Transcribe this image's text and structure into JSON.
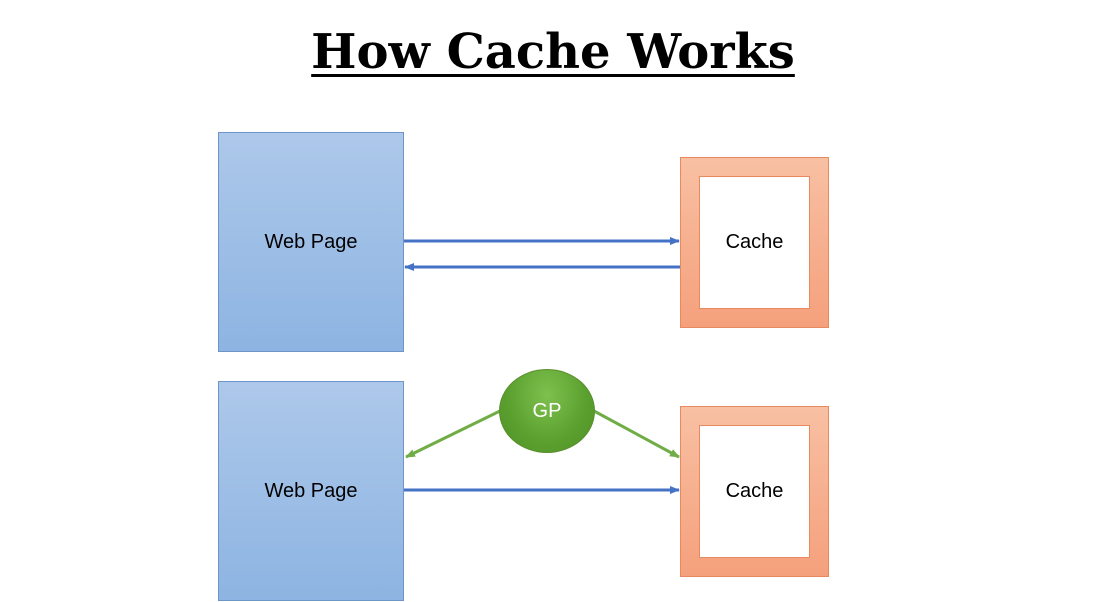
{
  "title": "How Cache Works",
  "top_flow": {
    "webpage_label": "Web Page",
    "cache_label": "Cache"
  },
  "bottom_flow": {
    "webpage_label": "Web Page",
    "cache_label": "Cache",
    "intermediary_label": "GP"
  },
  "colors": {
    "webpage_fill": "#9dbde6",
    "cache_fill": "#f7b08f",
    "intermediary_fill": "#6aac3c",
    "blue_arrow": "#4472c4",
    "green_arrow": "#70ad47"
  }
}
